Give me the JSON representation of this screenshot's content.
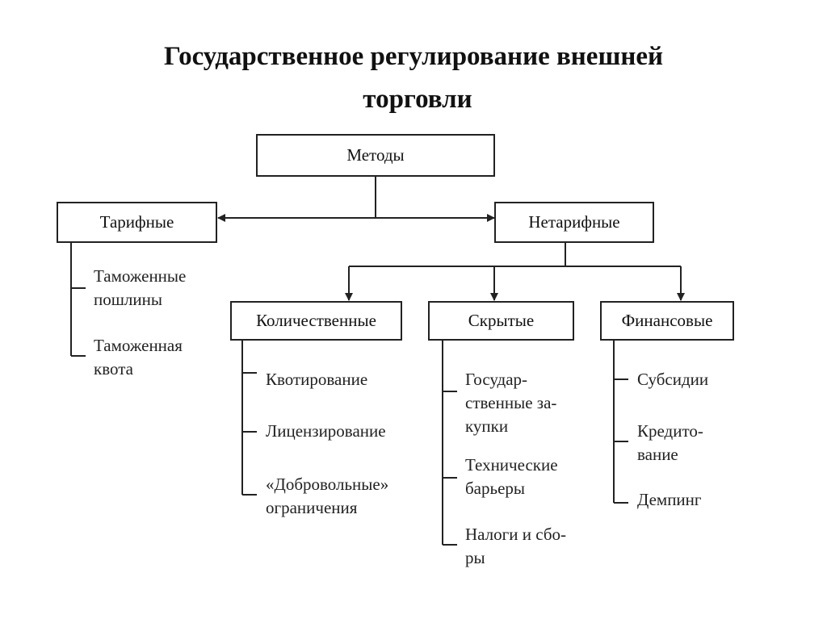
{
  "title": {
    "line1": "Государственное регулирование внешней",
    "line2": "торговли"
  },
  "diagram": {
    "root": "Методы",
    "tariff": {
      "label": "Тарифные",
      "items": [
        "Таможенные\nпошлины",
        "Таможенная\nквота"
      ]
    },
    "nontariff": {
      "label": "Нетарифные",
      "groups": [
        {
          "label": "Количественные",
          "items": [
            "Квотирование",
            "Лицензирование",
            "«Добровольные»\nограничения"
          ]
        },
        {
          "label": "Скрытые",
          "items": [
            "Государ-\nственные за-\nкупки",
            "Технические\nбарьеры",
            "Налоги и сбо-\nры"
          ]
        },
        {
          "label": "Финансовые",
          "items": [
            "Субсидии",
            "Кредито-\nвание",
            "Демпинг"
          ]
        }
      ]
    }
  }
}
